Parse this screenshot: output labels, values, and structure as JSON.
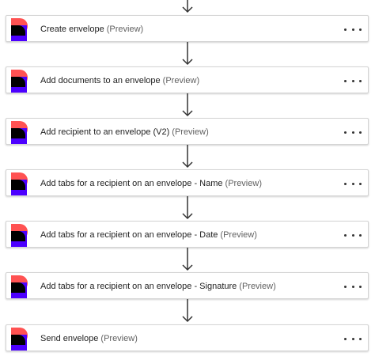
{
  "flow": {
    "steps": [
      {
        "title": "Create envelope",
        "tag": "(Preview)"
      },
      {
        "title": "Add documents to an envelope",
        "tag": "(Preview)"
      },
      {
        "title": "Add recipient to an envelope (V2)",
        "tag": "(Preview)"
      },
      {
        "title": "Add tabs for a recipient on an envelope - Name",
        "tag": "(Preview)"
      },
      {
        "title": "Add tabs for a recipient on an envelope - Date",
        "tag": "(Preview)"
      },
      {
        "title": "Add tabs for a recipient on an envelope - Signature",
        "tag": "(Preview)"
      },
      {
        "title": "Send envelope",
        "tag": "(Preview)"
      }
    ],
    "connector_icon": "arrow-down-icon",
    "step_icon": "docusign-logo-icon",
    "menu_icon": "more-options-icon"
  },
  "colors": {
    "logo_red": "#ff5252",
    "logo_blue": "#4c00ff",
    "logo_black": "#000000",
    "card_border": "#d4d4d4",
    "text": "#1f1f1f",
    "tag_text": "#616161"
  }
}
